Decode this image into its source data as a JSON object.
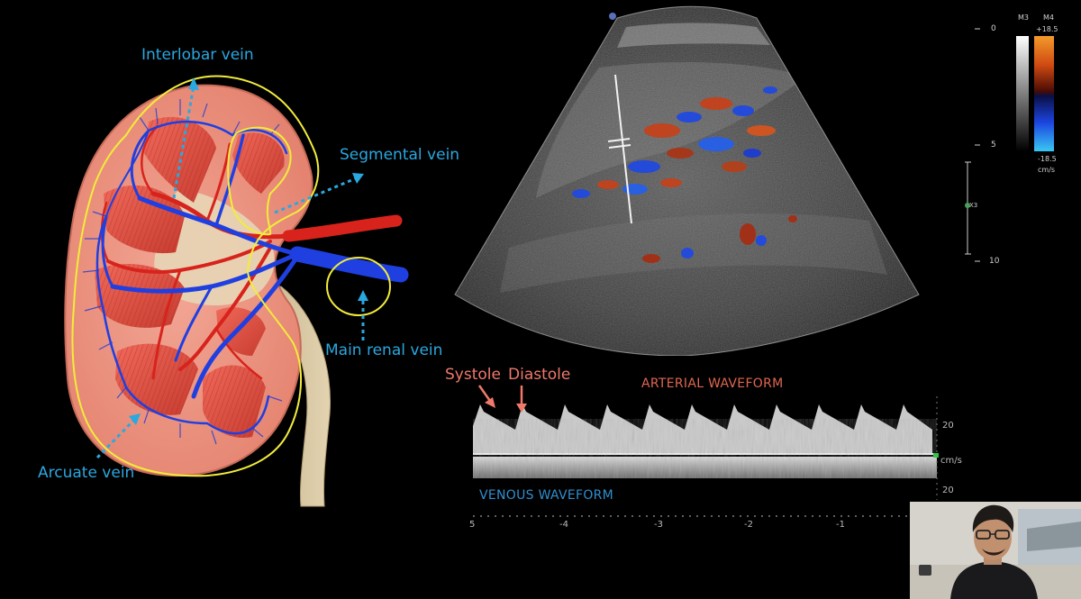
{
  "diagram": {
    "labels": {
      "interlobar": "Interlobar vein",
      "segmental": "Segmental vein",
      "main_renal": "Main renal vein",
      "arcuate": "Arcuate vein"
    }
  },
  "waveform": {
    "systole": "Systole",
    "diastole": "Diastole",
    "arterial": "ARTERIAL WAVEFORM",
    "venous": "VENOUS WAVEFORM",
    "scale_top": "20",
    "scale_unit": "cm/s",
    "scale_bottom": "20",
    "time_ticks": [
      "5",
      "-4",
      "-3",
      "-2",
      "-1"
    ]
  },
  "ultrasound": {
    "depth_ticks": [
      "0",
      "5",
      "10"
    ],
    "focus_label": "X3",
    "colorbar": {
      "left_label": "M3",
      "right_label": "M4",
      "max": "+18.5",
      "min": "-18.5",
      "unit": "cm/s"
    }
  },
  "colors": {
    "label_blue": "#2aa8e0",
    "label_red": "#f0796b",
    "outline_yellow": "#f2ec3a",
    "vein_blue": "#1f3fe0",
    "artery_red": "#d8231c"
  }
}
